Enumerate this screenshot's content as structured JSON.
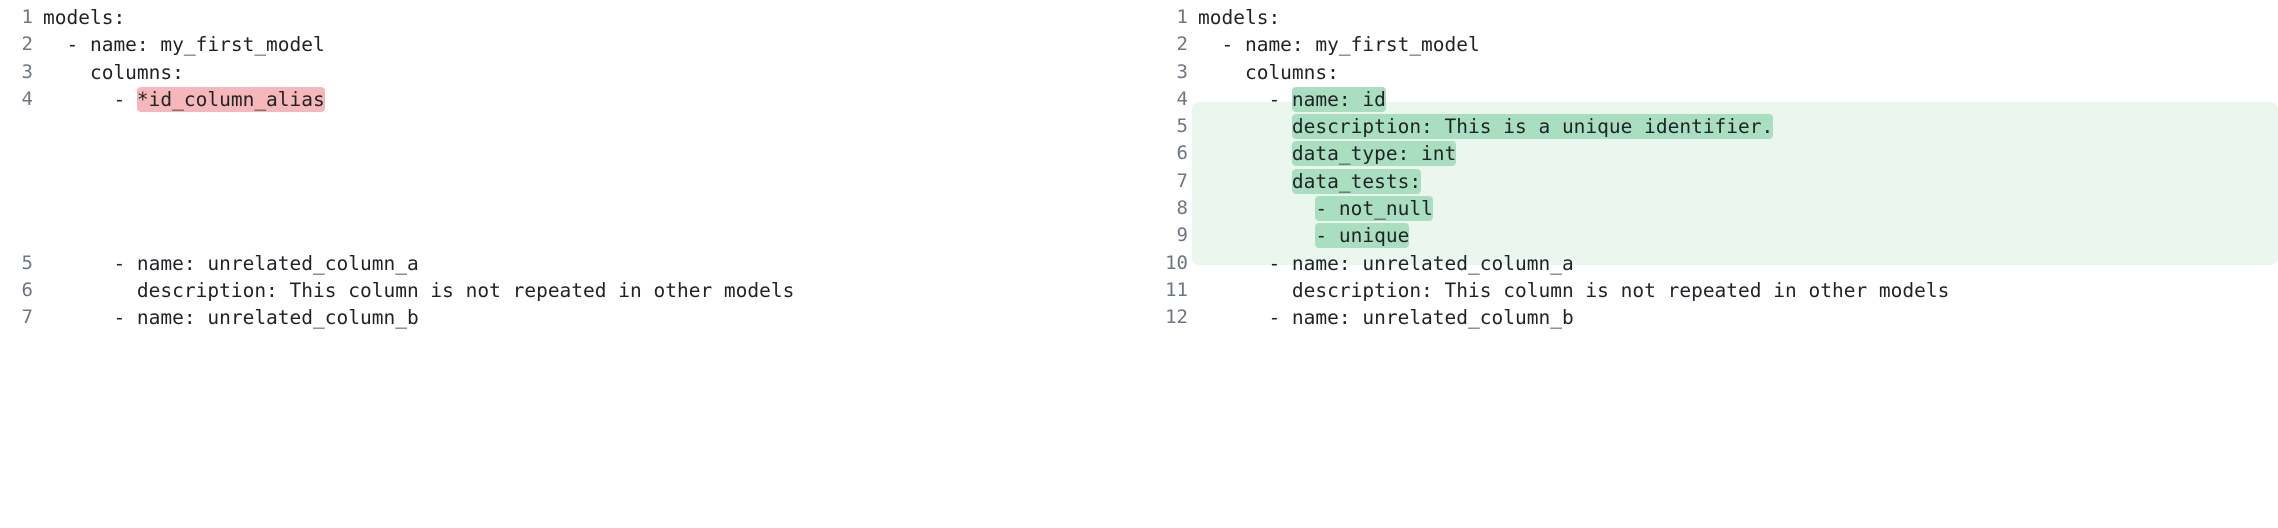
{
  "view": {
    "type": "side-by-side-diff",
    "language": "yaml",
    "colors": {
      "deleted_line_bg": "#fdeced",
      "deleted_word_bg": "#f5b7b9",
      "added_line_bg": "#eaf6ee",
      "added_word_bg": "#a9dfc0",
      "filler_bg": "#eef0f1",
      "gutter_text": "#6e7781",
      "code_text": "#1f2328",
      "page_bg": "#ffffff"
    }
  },
  "left_pane": {
    "name": "before",
    "lines": [
      {
        "number": "1",
        "kind": "context",
        "prefix": "",
        "plain": "models:",
        "marked": ""
      },
      {
        "number": "2",
        "kind": "context",
        "prefix": "  - name: my_first_model",
        "plain": "  - name: my_first_model",
        "marked": ""
      },
      {
        "number": "3",
        "kind": "context",
        "prefix": "",
        "plain": "    columns:",
        "marked": ""
      },
      {
        "number": "4",
        "kind": "deleted",
        "prefix": "      - ",
        "plain": "",
        "marked": "*id_column_alias"
      },
      {
        "number": "5",
        "kind": "context",
        "prefix": "",
        "plain": "      - name: unrelated_column_a",
        "marked": ""
      },
      {
        "number": "6",
        "kind": "context",
        "prefix": "",
        "plain": "        description: This column is not repeated in other models",
        "marked": ""
      },
      {
        "number": "7",
        "kind": "context",
        "prefix": "",
        "plain": "      - name: unrelated_column_b",
        "marked": ""
      }
    ]
  },
  "right_pane": {
    "name": "after",
    "lines": [
      {
        "number": "1",
        "kind": "context",
        "prefix": "",
        "plain": "models:",
        "marked": ""
      },
      {
        "number": "2",
        "kind": "context",
        "prefix": "",
        "plain": "  - name: my_first_model",
        "marked": ""
      },
      {
        "number": "3",
        "kind": "context",
        "prefix": "",
        "plain": "    columns:",
        "marked": ""
      },
      {
        "number": "4",
        "kind": "added",
        "prefix": "      - ",
        "plain": "",
        "marked": "name: id"
      },
      {
        "number": "5",
        "kind": "added",
        "prefix": "        ",
        "plain": "",
        "marked": "description: This is a unique identifier."
      },
      {
        "number": "6",
        "kind": "added",
        "prefix": "        ",
        "plain": "",
        "marked": "data_type: int"
      },
      {
        "number": "7",
        "kind": "added",
        "prefix": "        ",
        "plain": "",
        "marked": "data_tests:"
      },
      {
        "number": "8",
        "kind": "added",
        "prefix": "          ",
        "plain": "",
        "marked": "- not_null"
      },
      {
        "number": "9",
        "kind": "added",
        "prefix": "          ",
        "plain": "",
        "marked": "- unique"
      },
      {
        "number": "10",
        "kind": "context",
        "prefix": "",
        "plain": "      - name: unrelated_column_a",
        "marked": ""
      },
      {
        "number": "11",
        "kind": "context",
        "prefix": "",
        "plain": "        description: This column is not repeated in other models",
        "marked": ""
      },
      {
        "number": "12",
        "kind": "context",
        "prefix": "",
        "plain": "      - name: unrelated_column_b",
        "marked": ""
      }
    ]
  }
}
